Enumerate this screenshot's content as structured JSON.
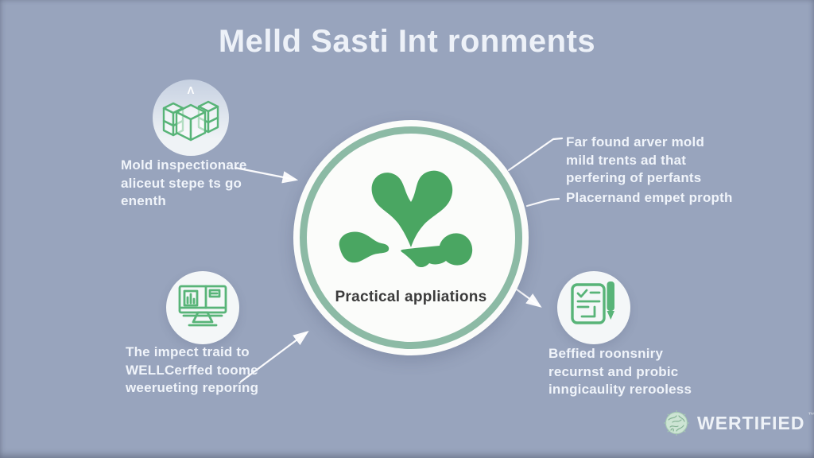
{
  "title": "Melld Sasti Int ronments",
  "center": {
    "caption": "Practical appliations",
    "icon": "green-leaf-v-shapes"
  },
  "decor": {
    "lambda": "Λ"
  },
  "notes": {
    "top_left": {
      "lines": [
        "Mold inspectionare",
        "aliceut stepe ts go",
        "enenth"
      ]
    },
    "top_right_a": {
      "lines": [
        "Far found arver mold",
        "mild trents ad that",
        "perfering of perfants"
      ]
    },
    "top_right_b": {
      "lines": [
        "Placernand empet propth"
      ]
    },
    "bottom_left": {
      "lines": [
        "The impect traid to",
        "WELLCerffed toome",
        "weerueting reporing"
      ]
    },
    "bottom_right": {
      "lines": [
        "Beffied roonsniry",
        "recurnst and probic",
        "inngicaulity rerooless"
      ]
    }
  },
  "icons": {
    "top_left": "stacked-cubes-buildings-icon",
    "bottom_left": "monitor-chart-icon",
    "bottom_right": "checklist-document-pen-icon",
    "logo": "globe-network-icon"
  },
  "logo": {
    "text": "WERTIFIED",
    "mark": "™"
  },
  "colors": {
    "background": "#98a4bd",
    "accent_green": "#4aa662",
    "ring_green": "#8cbaa5",
    "icon_outline_green": "#58b478",
    "text_white": "#f2f5f9",
    "caption_dark": "#3b3b3b"
  }
}
